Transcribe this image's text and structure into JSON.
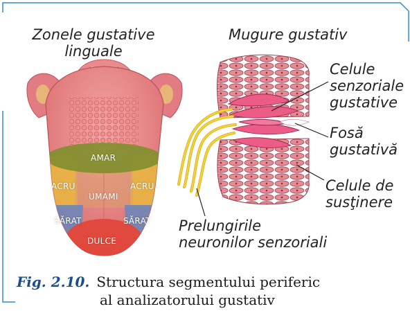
{
  "tongue_title_line1": "Zonele gustative",
  "tongue_title_line2": "linguale",
  "bud_title": "Mugure gustativ",
  "zones": {
    "amar": "AMAR",
    "acru_left": "ACRU",
    "acru_right": "ACRU",
    "umami": "UMAMI",
    "sarat_left": "SĂRAT",
    "sarat_right": "SĂRAT",
    "dulce": "DULCE"
  },
  "labels": {
    "celule_senzoriale_1": "Celule",
    "celule_senzoriale_2": "senzoriale",
    "celule_senzoriale_3": "gustative",
    "fosa_1": "Fosă",
    "fosa_2": "gustativă",
    "sustinere_1": "Celule de",
    "sustinere_2": "susţinere",
    "prelungiri_1": "Prelungirile",
    "prelungiri_2": "neuronilor senzoriali"
  },
  "caption": {
    "label": "Fig. 2.10.",
    "line1": "Structura segmentului periferic",
    "line2": "al analizatorului gustativ"
  },
  "colors": {
    "frame": "#2f8fc9",
    "caption_label": "#1a4f8b",
    "amar": "#7f8f2c",
    "acru": "#e9b640",
    "umami": "#d9a06a",
    "sarat": "#6e86b8",
    "dulce": "#e2473a",
    "tissue": "#d96a78",
    "nerve": "#f4d43a"
  }
}
